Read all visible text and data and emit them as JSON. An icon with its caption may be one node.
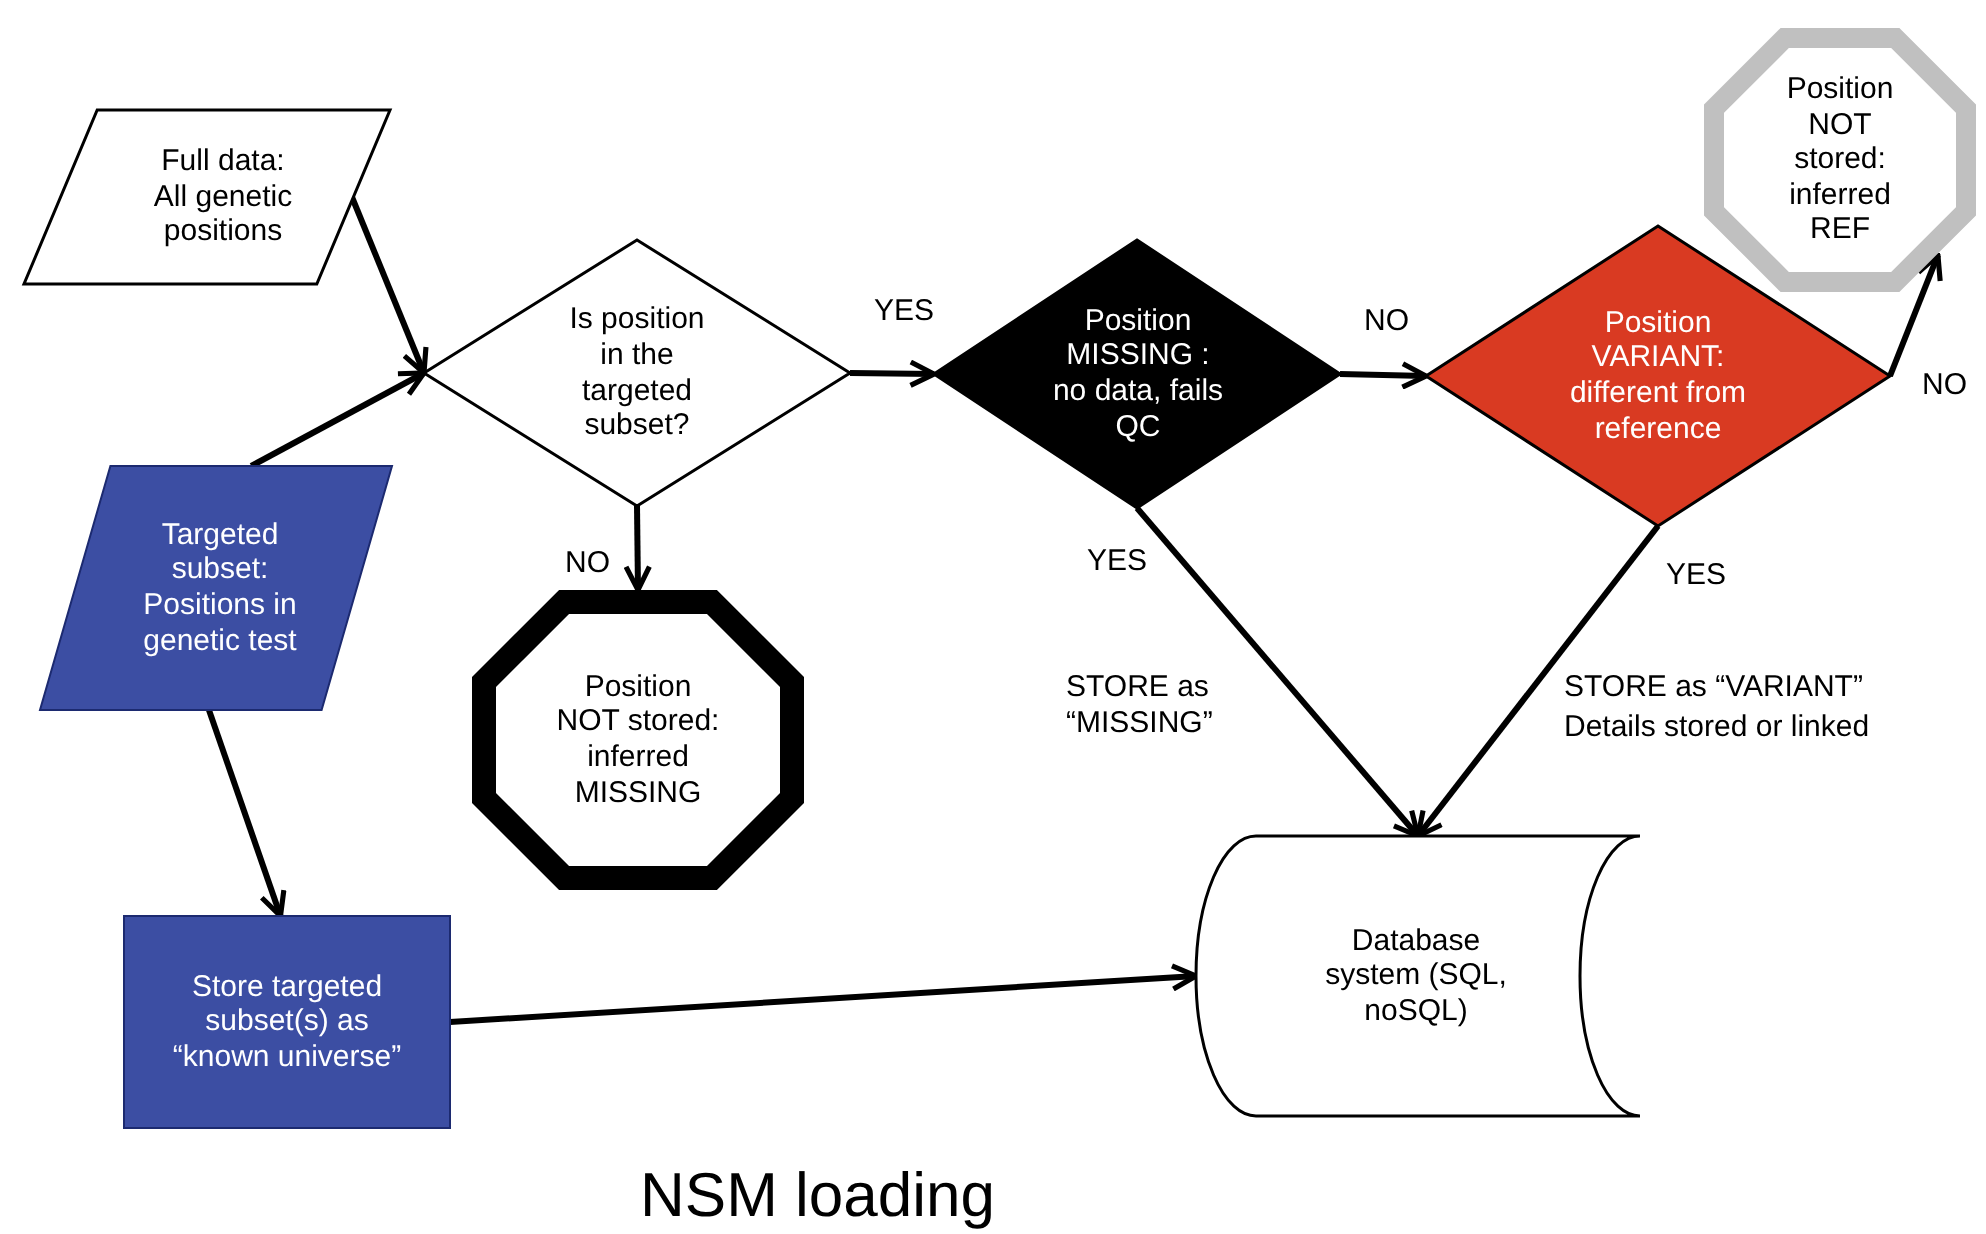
{
  "diagram": {
    "caption": "NSM loading",
    "nodes": [
      {
        "text": [
          "Full data: All genetic positions"
        ]
      },
      {
        "text": [
          "Targeted subset: Positions in genetic test"
        ]
      },
      {
        "text": [
          "Is position in the targeted subset?"
        ]
      },
      {
        "text": [
          "Position NOT stored: inferred MISSING"
        ]
      },
      {
        "text": [
          "Position MISSING : no data, fails QC"
        ]
      },
      {
        "text": [
          "Position VARIANT: different from reference"
        ]
      },
      {
        "text": [
          "Position NOT stored: inferred REF"
        ]
      },
      {
        "text": [
          "Store targeted subset(s) as “known universe”"
        ]
      },
      {
        "text": [
          "Database system (SQL, noSQL)"
        ]
      }
    ],
    "edges": [
      {
        "from": 0,
        "to": 2,
        "arrow": "to"
      },
      {
        "from": 1,
        "to": 2,
        "arrow": "to"
      },
      {
        "from": 2,
        "to": 4,
        "arrow": "to",
        "label": "YES"
      },
      {
        "from": 2,
        "to": 3,
        "arrow": "to",
        "label": "NO"
      },
      {
        "from": 4,
        "to": 5,
        "arrow": "to",
        "label": "NO"
      },
      {
        "from": 5,
        "to": 6,
        "arrow": "to",
        "label": "NO"
      },
      {
        "from": 4,
        "to": 8,
        "arrow": "to",
        "label": "YES"
      },
      {
        "from": 5,
        "to": 8,
        "arrow": "to",
        "label": "YES"
      },
      {
        "from": 1,
        "to": 7,
        "arrow": "to"
      },
      {
        "from": 7,
        "to": 8,
        "arrow": "to"
      }
    ],
    "labels": [
      "STORE as “MISSING”",
      "STORE as “VARIANT”",
      "Details stored or linked"
    ]
  }
}
